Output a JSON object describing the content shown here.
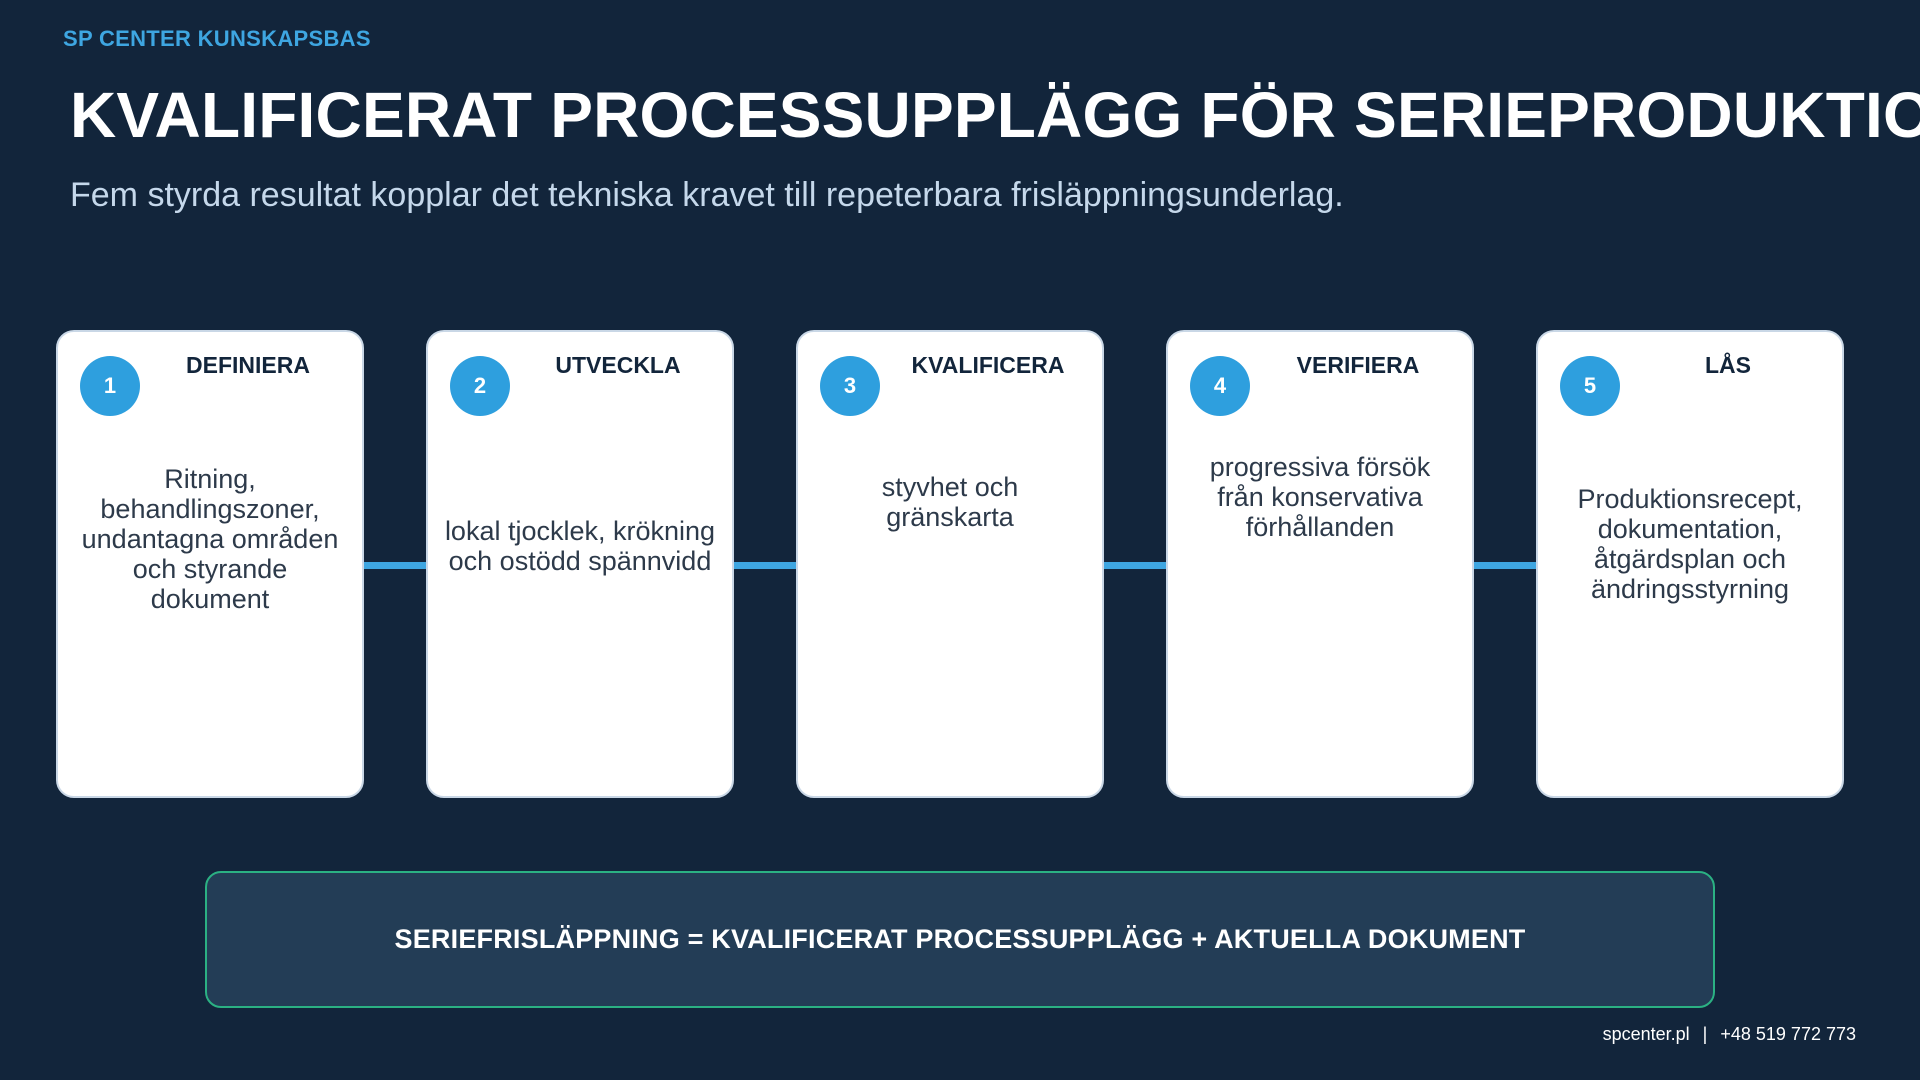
{
  "header": {
    "brand": "SP CENTER KUNSKAPSBAS",
    "title": "KVALIFICERAT PROCESSUPPLÄGG FÖR SERIEPRODUKTION",
    "subtitle": "Fem styrda resultat kopplar det tekniska kravet till repeterbara frisläppningsunderlag."
  },
  "steps": [
    {
      "number": "1",
      "title": "DEFINIERA",
      "lines": [
        "Ritning,",
        "behandlingszoner,",
        "undantagna områden",
        "och styrande",
        "dokument"
      ]
    },
    {
      "number": "2",
      "title": "UTVECKLA",
      "lines": [
        "lokal tjocklek, krökning",
        "och ostödd spännvidd"
      ]
    },
    {
      "number": "3",
      "title": "KVALIFICERA",
      "lines": [
        "styvhet och",
        "gränskarta"
      ]
    },
    {
      "number": "4",
      "title": "VERIFIERA",
      "lines": [
        "progressiva försök",
        "från konservativa",
        "förhållanden"
      ]
    },
    {
      "number": "5",
      "title": "LÅS",
      "lines": [
        "Produktionsrecept,",
        "dokumentation,",
        "åtgärdsplan och",
        "ändringsstyrning"
      ]
    }
  ],
  "footer": {
    "formula": "SERIEFRISLÄPPNING = KVALIFICERAT PROCESSUPPLÄGG + AKTUELLA DOKUMENT",
    "website": "spcenter.pl",
    "separator": "|",
    "phone": "+48 519 772 773"
  },
  "colors": {
    "background": "#12253b",
    "accent": "#3ea6e1",
    "badge": "#2e9fde",
    "footer_border": "#2bb183"
  }
}
